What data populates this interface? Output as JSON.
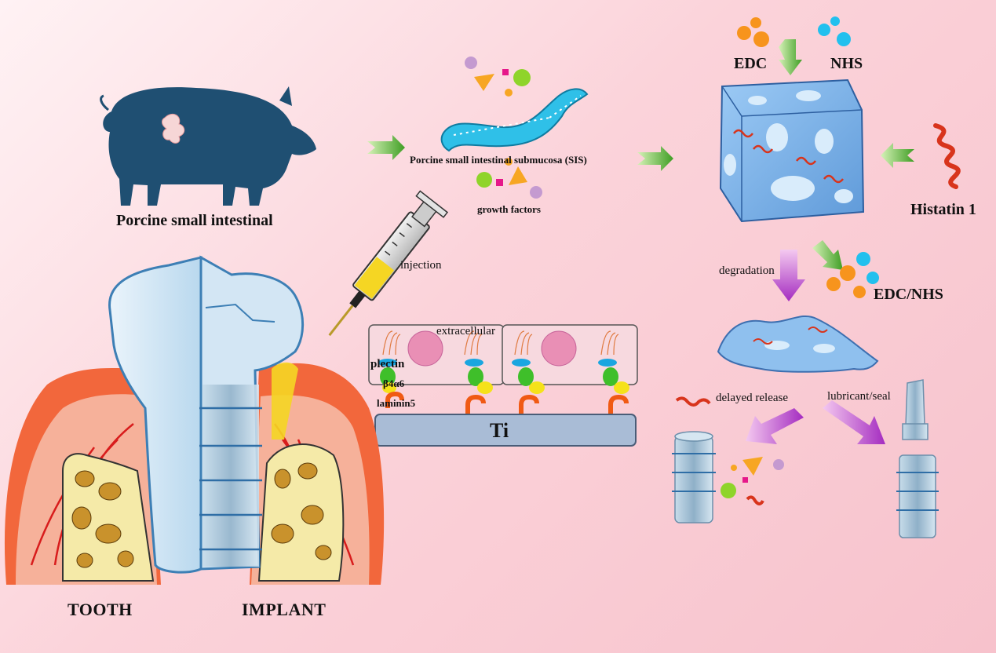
{
  "labels": {
    "pig": "Porcine small intestinal",
    "sis": "Porcine small intestinal submucosa (SIS)",
    "growth_factors": "growth factors",
    "edc": "EDC",
    "nhs": "NHS",
    "histatin": "Histatin 1",
    "degradation": "degradation",
    "edc_nhs": "EDC/NHS",
    "injection": "injection",
    "extracellular": "extracellular",
    "plectin": "plectin",
    "integrin": "β4α6",
    "laminin": "laminin5",
    "ti": "Ti",
    "delayed_release": "delayed release",
    "lubricant_seal": "lubricant/seal",
    "tooth": "TOOTH",
    "implant": "IMPLANT"
  },
  "colors": {
    "background": "#fbd3da",
    "pig": "#1f4f72",
    "hydrogel": "#7fb4ee",
    "helix": "#d8341c",
    "gingiva": "#f2673c",
    "bone": "#f5eaa8",
    "arrow_green": "#4caf2e",
    "arrow_purple": "#b23cc8",
    "edc_orange": "#f7941d",
    "nhs_cyan": "#22c0ee",
    "ti_plate": "#a9bcd6"
  },
  "icons": [
    "pig-icon",
    "sis-ribbon-icon",
    "hydrogel-cube-icon",
    "helix-peptide-icon",
    "syringe-icon",
    "tooth-icon",
    "implant-icon",
    "cell-membrane-icon",
    "ti-plate-icon"
  ]
}
